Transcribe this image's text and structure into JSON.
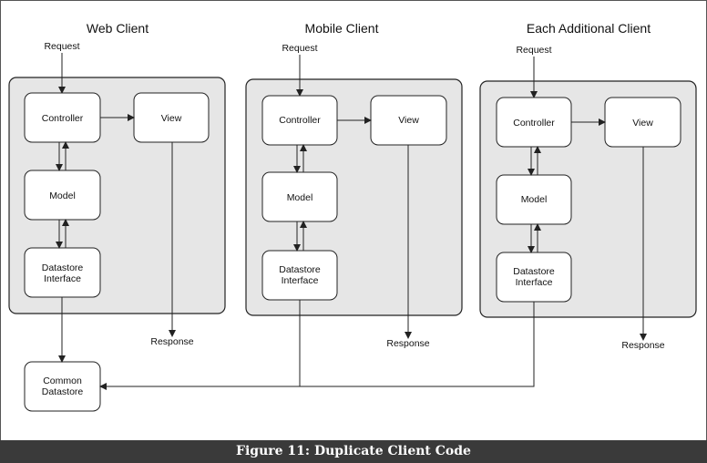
{
  "clients": [
    {
      "title": "Web Client",
      "request": "Request",
      "response": "Response",
      "controller": "Controller",
      "view": "View",
      "model": "Model",
      "datastore_line1": "Datastore",
      "datastore_line2": "Interface"
    },
    {
      "title": "Mobile Client",
      "request": "Request",
      "response": "Response",
      "controller": "Controller",
      "view": "View",
      "model": "Model",
      "datastore_line1": "Datastore",
      "datastore_line2": "Interface"
    },
    {
      "title": "Each Additional Client",
      "request": "Request",
      "response": "Response",
      "controller": "Controller",
      "view": "View",
      "model": "Model",
      "datastore_line1": "Datastore",
      "datastore_line2": "Interface"
    }
  ],
  "common_datastore": {
    "line1": "Common",
    "line2": "Datastore"
  },
  "caption": "Figure 11: Duplicate Client Code",
  "colors": {
    "panel_fill": "#e6e6e6",
    "box_fill": "#ffffff",
    "stroke": "#222222",
    "caption_bar": "#3a3a3a"
  }
}
